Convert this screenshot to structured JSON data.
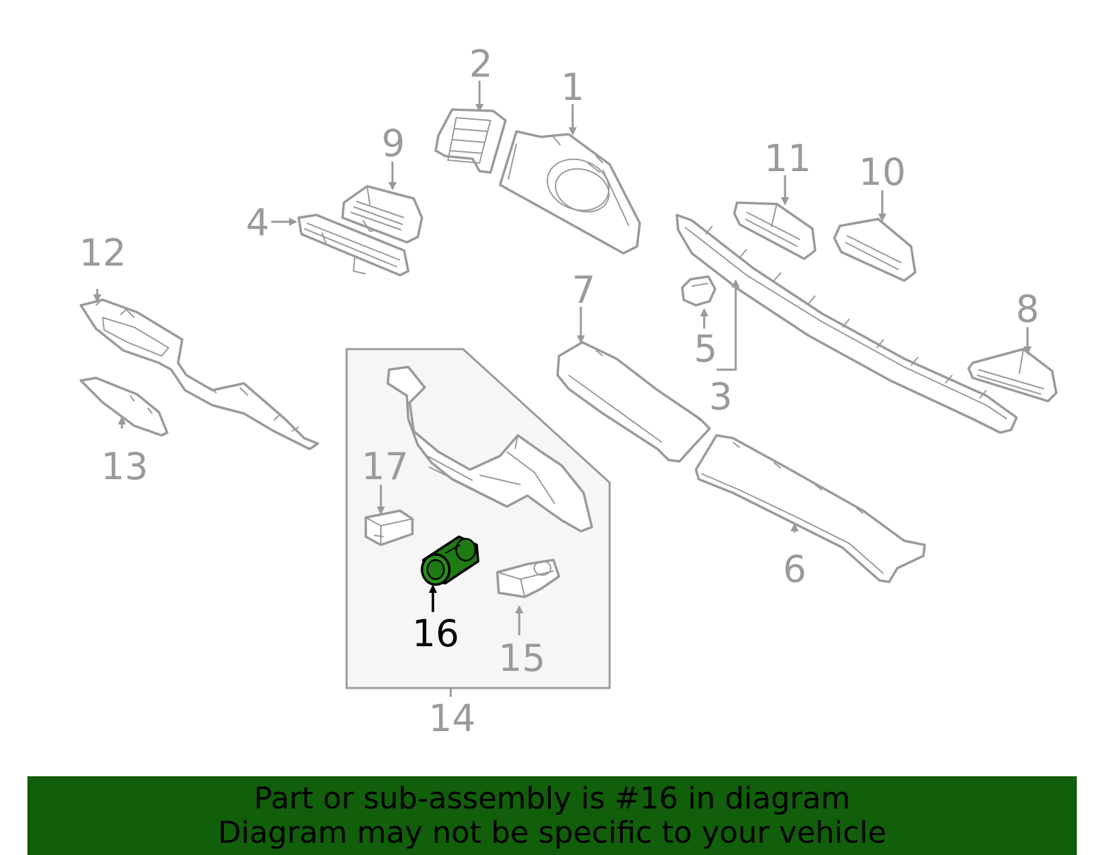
{
  "diagram": {
    "callouts": [
      {
        "id": "1",
        "label": "1"
      },
      {
        "id": "2",
        "label": "2"
      },
      {
        "id": "3",
        "label": "3"
      },
      {
        "id": "4",
        "label": "4"
      },
      {
        "id": "5",
        "label": "5"
      },
      {
        "id": "6",
        "label": "6"
      },
      {
        "id": "7",
        "label": "7"
      },
      {
        "id": "8",
        "label": "8"
      },
      {
        "id": "9",
        "label": "9"
      },
      {
        "id": "10",
        "label": "10"
      },
      {
        "id": "11",
        "label": "11"
      },
      {
        "id": "12",
        "label": "12"
      },
      {
        "id": "13",
        "label": "13"
      },
      {
        "id": "14",
        "label": "14"
      },
      {
        "id": "15",
        "label": "15"
      },
      {
        "id": "16",
        "label": "16"
      },
      {
        "id": "17",
        "label": "17"
      }
    ],
    "highlighted_part": "16",
    "colors": {
      "part_lines": "#9a9a9a",
      "highlight_part": "#1e7a12",
      "highlight_label": "#000000",
      "subassembly_box": "#f6f6f6",
      "banner": "#115e0b"
    }
  },
  "banner": {
    "line1": "Part or sub-assembly is #16 in diagram",
    "line2": "Diagram may not be specific to your vehicle"
  }
}
